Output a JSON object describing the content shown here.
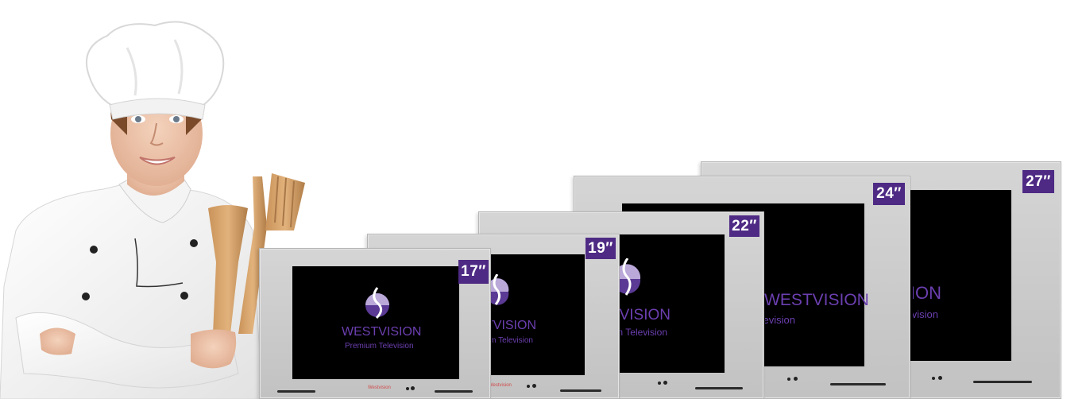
{
  "brand": {
    "name": "WESTVISION",
    "tagline": "Premium Television",
    "maker": "Westvision",
    "accent_color": "#4e2a84",
    "text_color": "#6b3fb0"
  },
  "sizes": [
    {
      "label": "17″"
    },
    {
      "label": "19″"
    },
    {
      "label": "22″"
    },
    {
      "label": "24″"
    },
    {
      "label": "27″"
    }
  ],
  "visual": {
    "person": "chef-with-wooden-utensils"
  }
}
